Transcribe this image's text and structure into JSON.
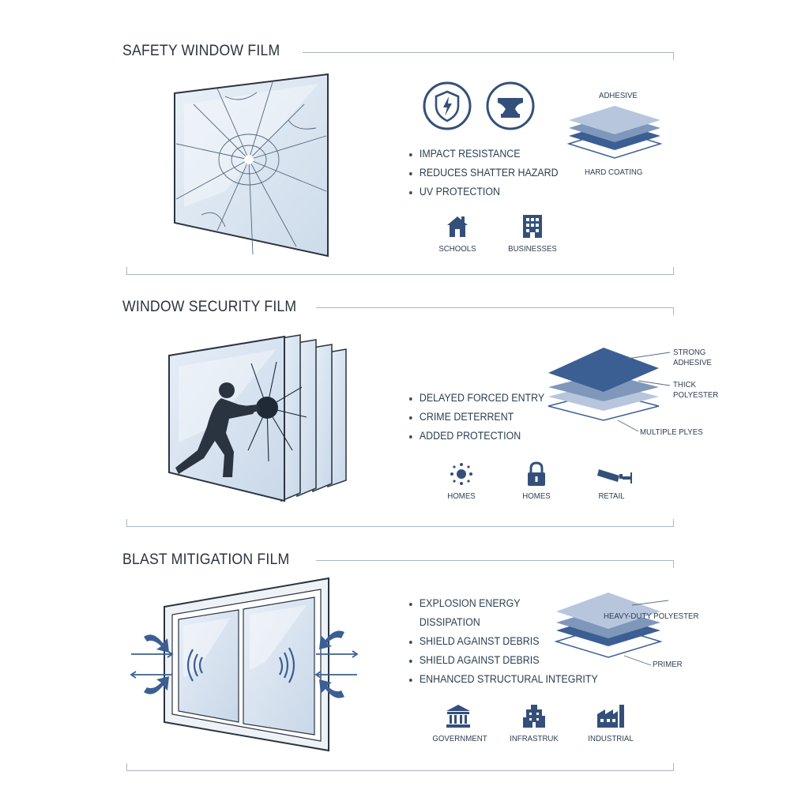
{
  "sections": [
    {
      "title": "SAFETY WINDOW FILM",
      "features": [
        "IMPACT RESISTANCE",
        "REDUCES SHATTER HAZARD",
        "UV PROTECTION"
      ],
      "layer_labels": [
        "ADHESIVE",
        "HARD COATING"
      ],
      "applications": [
        "SCHOOLS",
        "BUSINESSES"
      ],
      "badge_icons": [
        "shield-lightning-icon",
        "anvil-icon"
      ]
    },
    {
      "title": "WINDOW SECURITY FILM",
      "features": [
        "DELAYED FORCED ENTRY",
        "CRIME DETERRENT",
        "ADDED PROTECTION"
      ],
      "layer_labels": [
        "STRONG\nADHESIVE",
        "THICK\nPOLYESTER",
        "MULTIPLE PLYES"
      ],
      "applications": [
        "HOMES",
        "HOMES",
        "RETAIL"
      ]
    },
    {
      "title": "BLAST MITIGATION FILM",
      "features": [
        "EXPLOSION ENERGY",
        "DISSIPATION",
        "SHIELD AGAINST DEBRIS",
        "SHIELD AGAINST DEBRIS",
        "ENHANCED STRUCTURAL INTEGRITY"
      ],
      "layer_labels": [
        "HEAVY-DUTY POLYESTER",
        "PRIMER"
      ],
      "applications": [
        "GOVERNMENT",
        "INFRASTRUK",
        "INDUSTRIAL"
      ]
    }
  ],
  "colors": {
    "navy": "#3b5f93",
    "mid": "#7f97bb",
    "light": "#b7c6dc",
    "line": "#a8b7c6",
    "text": "#2b3440"
  }
}
